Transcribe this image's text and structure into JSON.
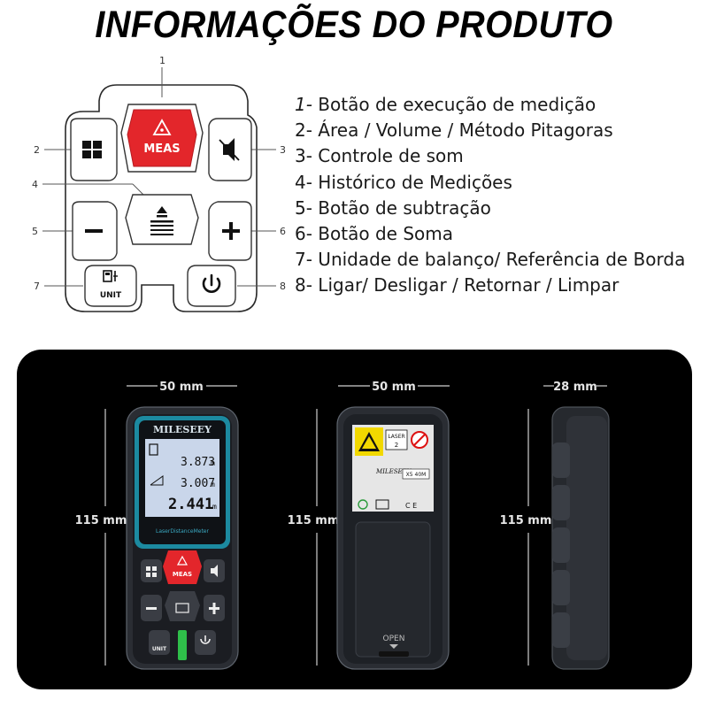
{
  "title": "INFORMAÇÕES DO PRODUTO",
  "diagram": {
    "callouts": [
      "1",
      "2",
      "3",
      "4",
      "5",
      "6",
      "7",
      "8"
    ],
    "buttons": {
      "meas": "MEAS",
      "unit": "UNIT"
    }
  },
  "legend": [
    {
      "num": "1-",
      "text": " Botão de execução de medição"
    },
    {
      "num": "2-",
      "text": " Área / Volume / Método Pitagoras"
    },
    {
      "num": "3-",
      "text": " Controle de som"
    },
    {
      "num": "4-",
      "text": " Histórico de Medições"
    },
    {
      "num": "5-",
      "text": " Botão de subtração"
    },
    {
      "num": "6-",
      "text": " Botão de Soma"
    },
    {
      "num": "7-",
      "text": " Unidade de balanço/ Referência de Borda"
    },
    {
      "num": "8-",
      "text": " Ligar/ Desligar / Retornar / Limpar"
    }
  ],
  "dimensions": {
    "front_width": "50 mm",
    "back_width": "50 mm",
    "side_depth": "28 mm",
    "front_height": "115 mm",
    "back_height": "115 mm",
    "side_height": "115 mm"
  },
  "device": {
    "brand": "MILESEEY",
    "readings": [
      "3.873",
      "3.007",
      "2.441"
    ],
    "unit": "m",
    "subtitle": "LaserDistanceMeter",
    "buttons": {
      "meas": "MEAS",
      "unit": "UNIT"
    },
    "back_label": {
      "laser": "LASER",
      "laser_class": "2",
      "brand": "MILESEEY",
      "model": "X5 40M"
    },
    "open_label": "OPEN"
  },
  "colors": {
    "meas_red": "#e3262b",
    "panel_bg": "#000000",
    "screen_blue": "#c9d6ea",
    "device_teal": "#1c8aa0"
  }
}
